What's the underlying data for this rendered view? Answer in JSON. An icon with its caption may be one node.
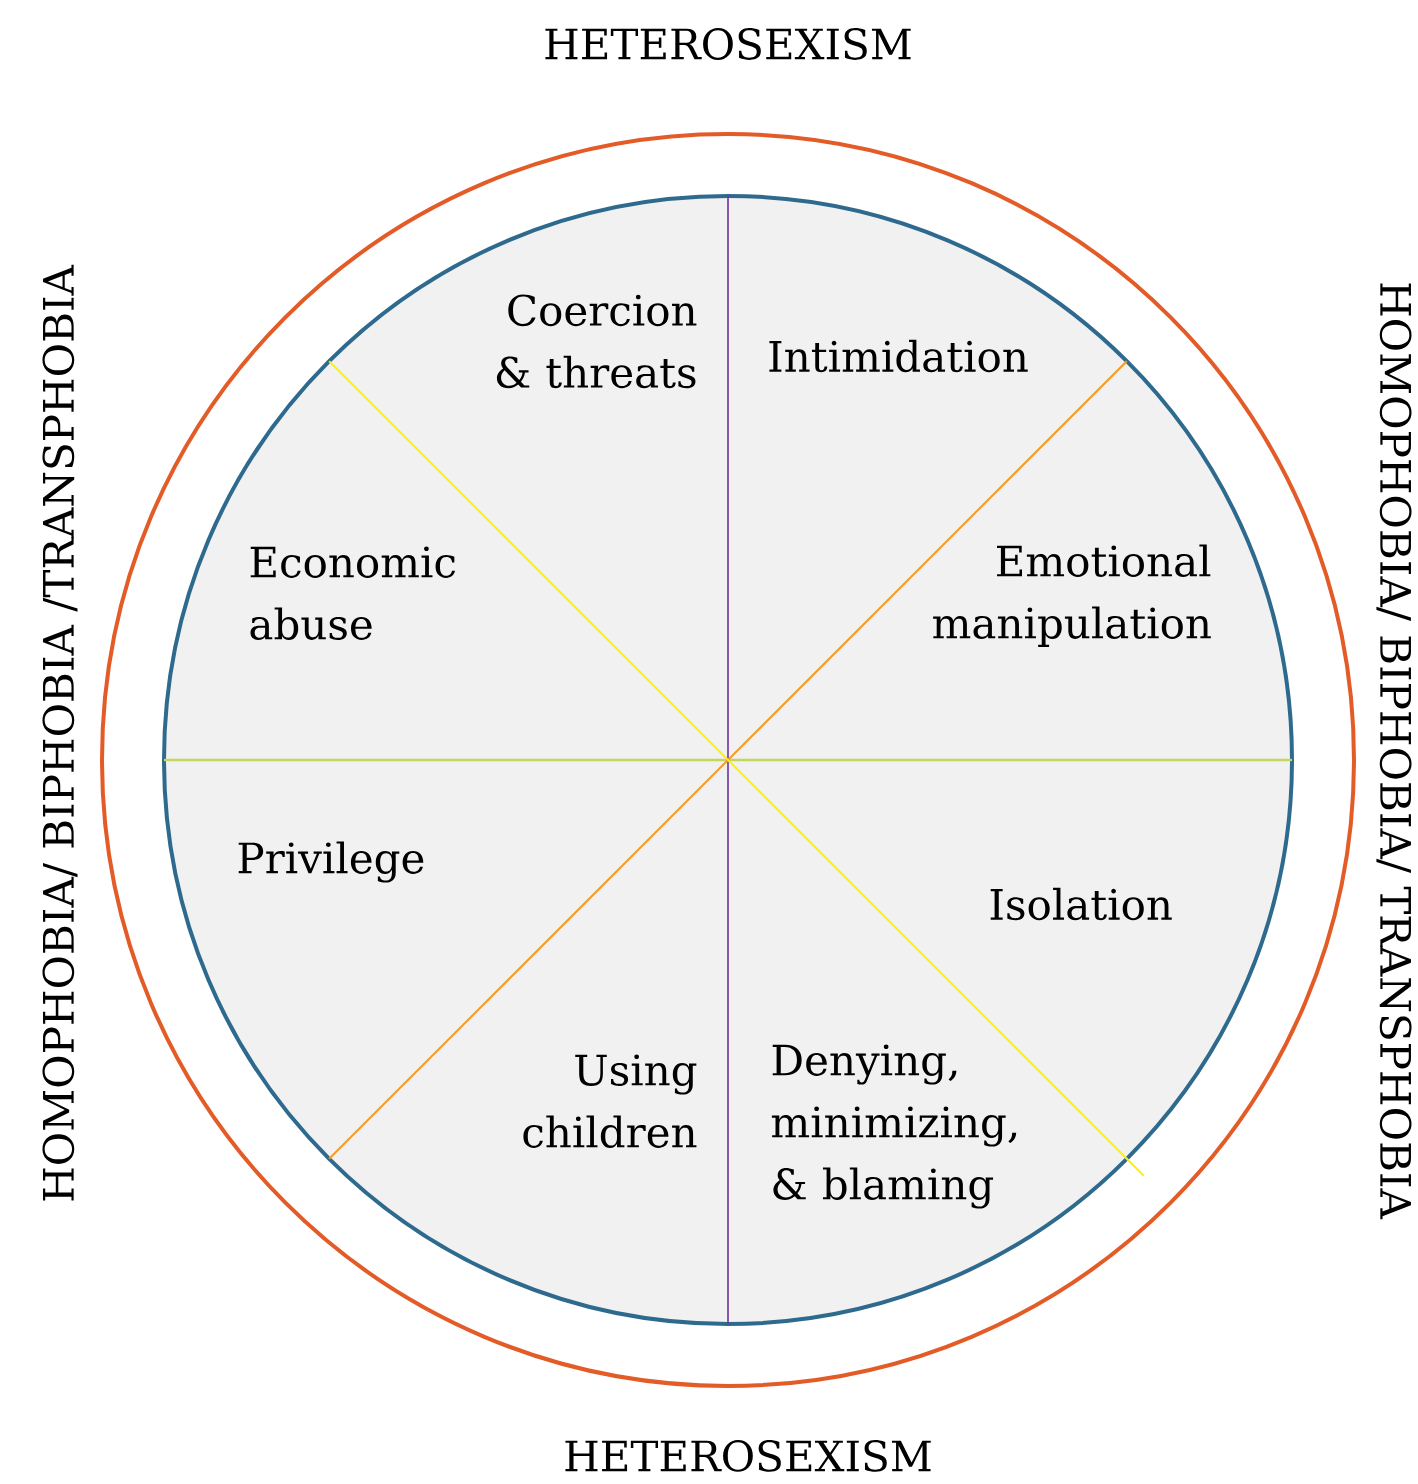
{
  "diagram": {
    "nodes": [
      {
        "text": [],
        "shape": "circle"
      },
      {
        "text": [],
        "shape": "circle",
        "in": 0
      },
      {
        "text": [
          "Coercion & threats"
        ],
        "in": 1
      },
      {
        "text": [
          "Intimidation"
        ],
        "in": 1
      },
      {
        "text": [
          "Economic abuse"
        ],
        "in": 1
      },
      {
        "text": [
          "Emotional manipulation"
        ],
        "in": 1
      },
      {
        "text": [
          "Privilege"
        ],
        "in": 1
      },
      {
        "text": [
          "Isolation"
        ],
        "in": 1
      },
      {
        "text": [
          "Using children"
        ],
        "in": 1
      },
      {
        "text": [
          "Denying, minimizing, & blaming"
        ],
        "in": 1
      }
    ],
    "labels": [
      "HETEROSEXISM",
      "HOMOPHOBIA/ BIPHOBIA /TRANSPHOBIA",
      "HOMOPHOBIA/ BIPHOBIA/ TRANSPHOBIA",
      "HETEROSEXISM"
    ]
  }
}
